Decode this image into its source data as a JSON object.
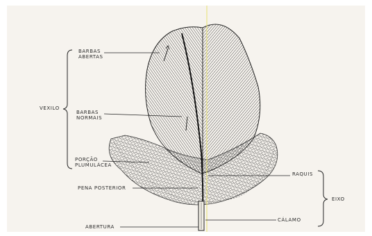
{
  "labels": {
    "barbas_abertas_1": "BARBAS",
    "barbas_abertas_2": "ABERTAS",
    "vexilo": "VEXILO",
    "barbas_normais_1": "BARBAS",
    "barbas_normais_2": "NORMAIS",
    "porcao_1": "PORÇÃO",
    "porcao_2": "PLUMULÁCEA",
    "pena_posterior": "PENA POSTERIOR",
    "abertura": "ABERTURA",
    "raquis": "RAQUIS",
    "eixo": "EIXO",
    "calamo": "CÁLAMO"
  },
  "colors": {
    "ink": "#2a2a2a",
    "paper": "#f6f3ee",
    "guide": "#e8e070"
  }
}
